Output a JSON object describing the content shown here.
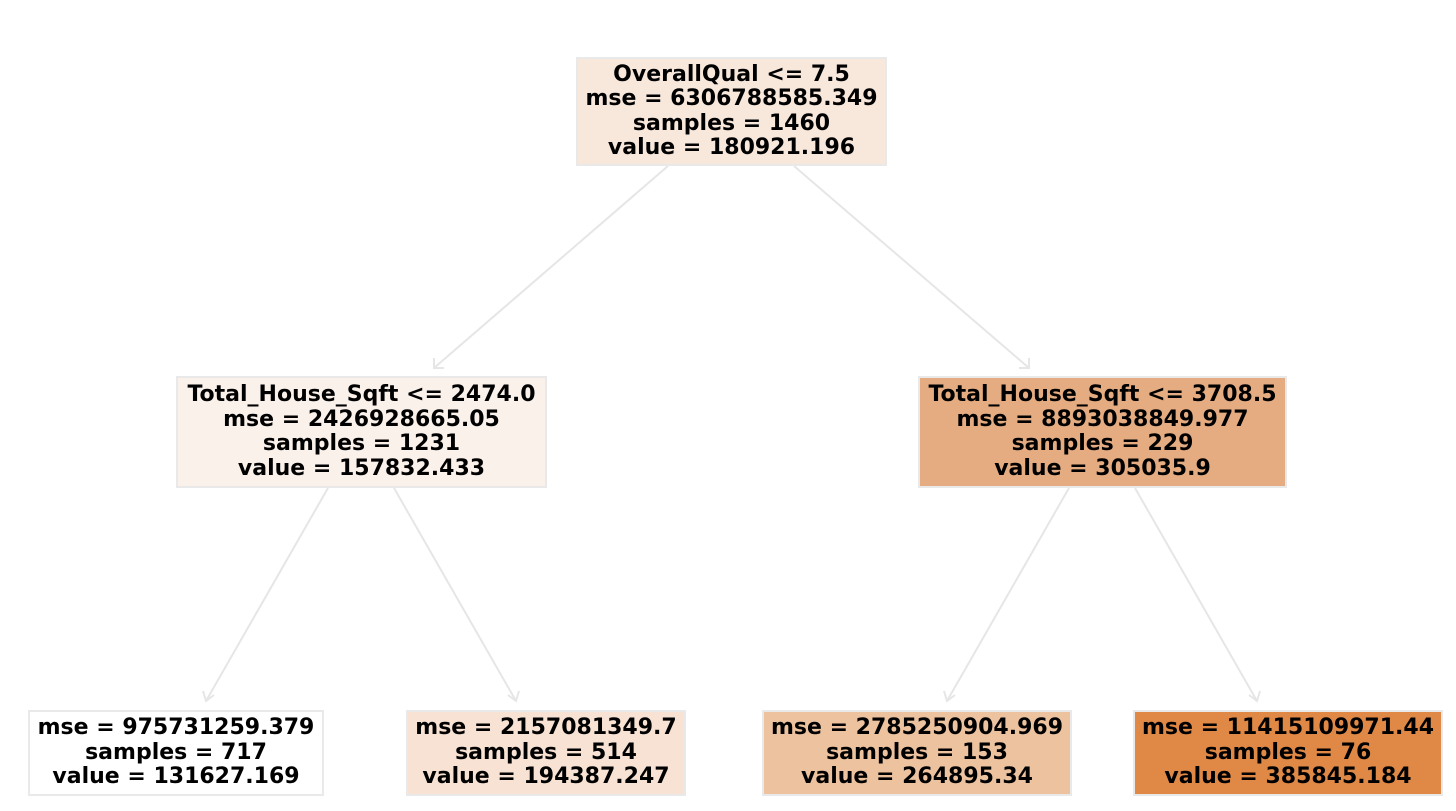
{
  "tree": {
    "nodes": [
      {
        "id": "node-0",
        "split": "OverallQual <= 7.5",
        "mse": "mse = 6306788585.349",
        "samples": "samples = 1460",
        "value": "value = 180921.196",
        "fill": "#f8e8dc"
      },
      {
        "id": "node-1",
        "split": "Total_House_Sqft <= 2474.0",
        "mse": "mse = 2426928665.05",
        "samples": "samples = 1231",
        "value": "value = 157832.433",
        "fill": "#faf1eb"
      },
      {
        "id": "node-2",
        "split": "Total_House_Sqft <= 3708.5",
        "mse": "mse = 8893038849.977",
        "samples": "samples = 229",
        "value": "value = 305035.9",
        "fill": "#e5ac81"
      },
      {
        "id": "node-3",
        "mse": "mse = 975731259.379",
        "samples": "samples = 717",
        "value": "value = 131627.169",
        "fill": "#ffffff"
      },
      {
        "id": "node-4",
        "mse": "mse = 2157081349.7",
        "samples": "samples = 514",
        "value": "value = 194387.247",
        "fill": "#f7e2d3"
      },
      {
        "id": "node-5",
        "mse": "mse = 2785250904.969",
        "samples": "samples = 153",
        "value": "value = 264895.34",
        "fill": "#edc29f"
      },
      {
        "id": "node-6",
        "mse": "mse = 11415109971.44",
        "samples": "samples = 76",
        "value": "value = 385845.184",
        "fill": "#e08845"
      }
    ],
    "edges": [
      {
        "from": "node-0",
        "to": "node-1"
      },
      {
        "from": "node-0",
        "to": "node-2"
      },
      {
        "from": "node-1",
        "to": "node-3"
      },
      {
        "from": "node-1",
        "to": "node-4"
      },
      {
        "from": "node-2",
        "to": "node-5"
      },
      {
        "from": "node-2",
        "to": "node-6"
      }
    ],
    "edge_color": "#e6e6e6"
  }
}
